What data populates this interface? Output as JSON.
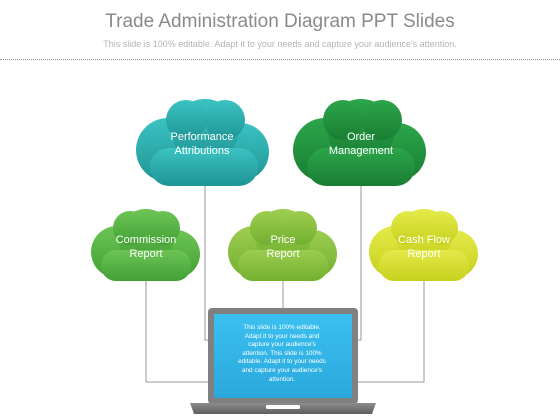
{
  "header": {
    "title": "Trade Administration Diagram PPT Slides",
    "subtitle": "This slide is 100% editable. Adapt it to your needs and capture your audience's attention."
  },
  "clouds": [
    {
      "id": "performance",
      "lines": [
        "Performance",
        "Attributions"
      ],
      "color": "#2aa9a9"
    },
    {
      "id": "order",
      "lines": [
        "Order",
        "Management"
      ],
      "color": "#22913f"
    },
    {
      "id": "commission",
      "lines": [
        "Commission",
        "Report"
      ],
      "color": "#55b343"
    },
    {
      "id": "price",
      "lines": [
        "Price",
        "Report"
      ],
      "color": "#86c13c"
    },
    {
      "id": "cashflow",
      "lines": [
        "Cash Flow",
        "Report"
      ],
      "color": "#d6df2b"
    }
  ],
  "laptop": {
    "screen_text": [
      "This slide is 100% editable.",
      "Adapt it to your needs and",
      "capture your audience's",
      "attention. This slide is 100%",
      "editable. Adapt it to your needs",
      "and capture your audience's",
      "attention."
    ],
    "screen_color": "#35b6ea",
    "frame_color": "#7f7f7f"
  }
}
